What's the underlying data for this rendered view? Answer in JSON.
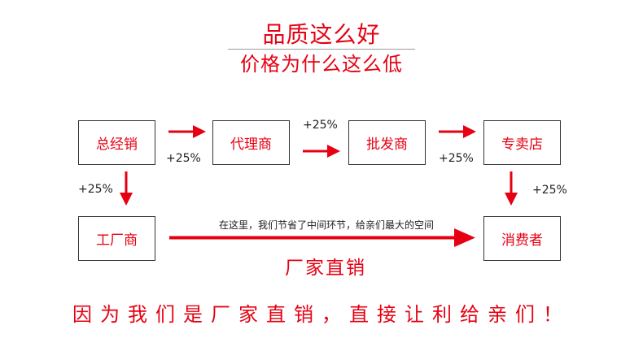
{
  "header": {
    "title": "品质这么好",
    "subtitle": "价格为什么这么低"
  },
  "nodes": {
    "general_distributor": "总经销",
    "agent": "代理商",
    "wholesaler": "批发商",
    "store": "专卖店",
    "factory": "工厂商",
    "consumer": "消费者"
  },
  "markups": {
    "general_to_agent": "+25%",
    "agent_to_wholesaler": "+25%",
    "wholesaler_to_store": "+25%",
    "factory_to_general": "+25%",
    "store_to_consumer": "+25%"
  },
  "direct": {
    "note": "在这里，我们节省了中间环节，给亲们最大的空间",
    "label": "厂家直销"
  },
  "slogan": "因为我们是厂家直销，直接让利给亲们！",
  "colors": {
    "accent": "#e60012",
    "box_border": "#333333",
    "text": "#222222"
  }
}
